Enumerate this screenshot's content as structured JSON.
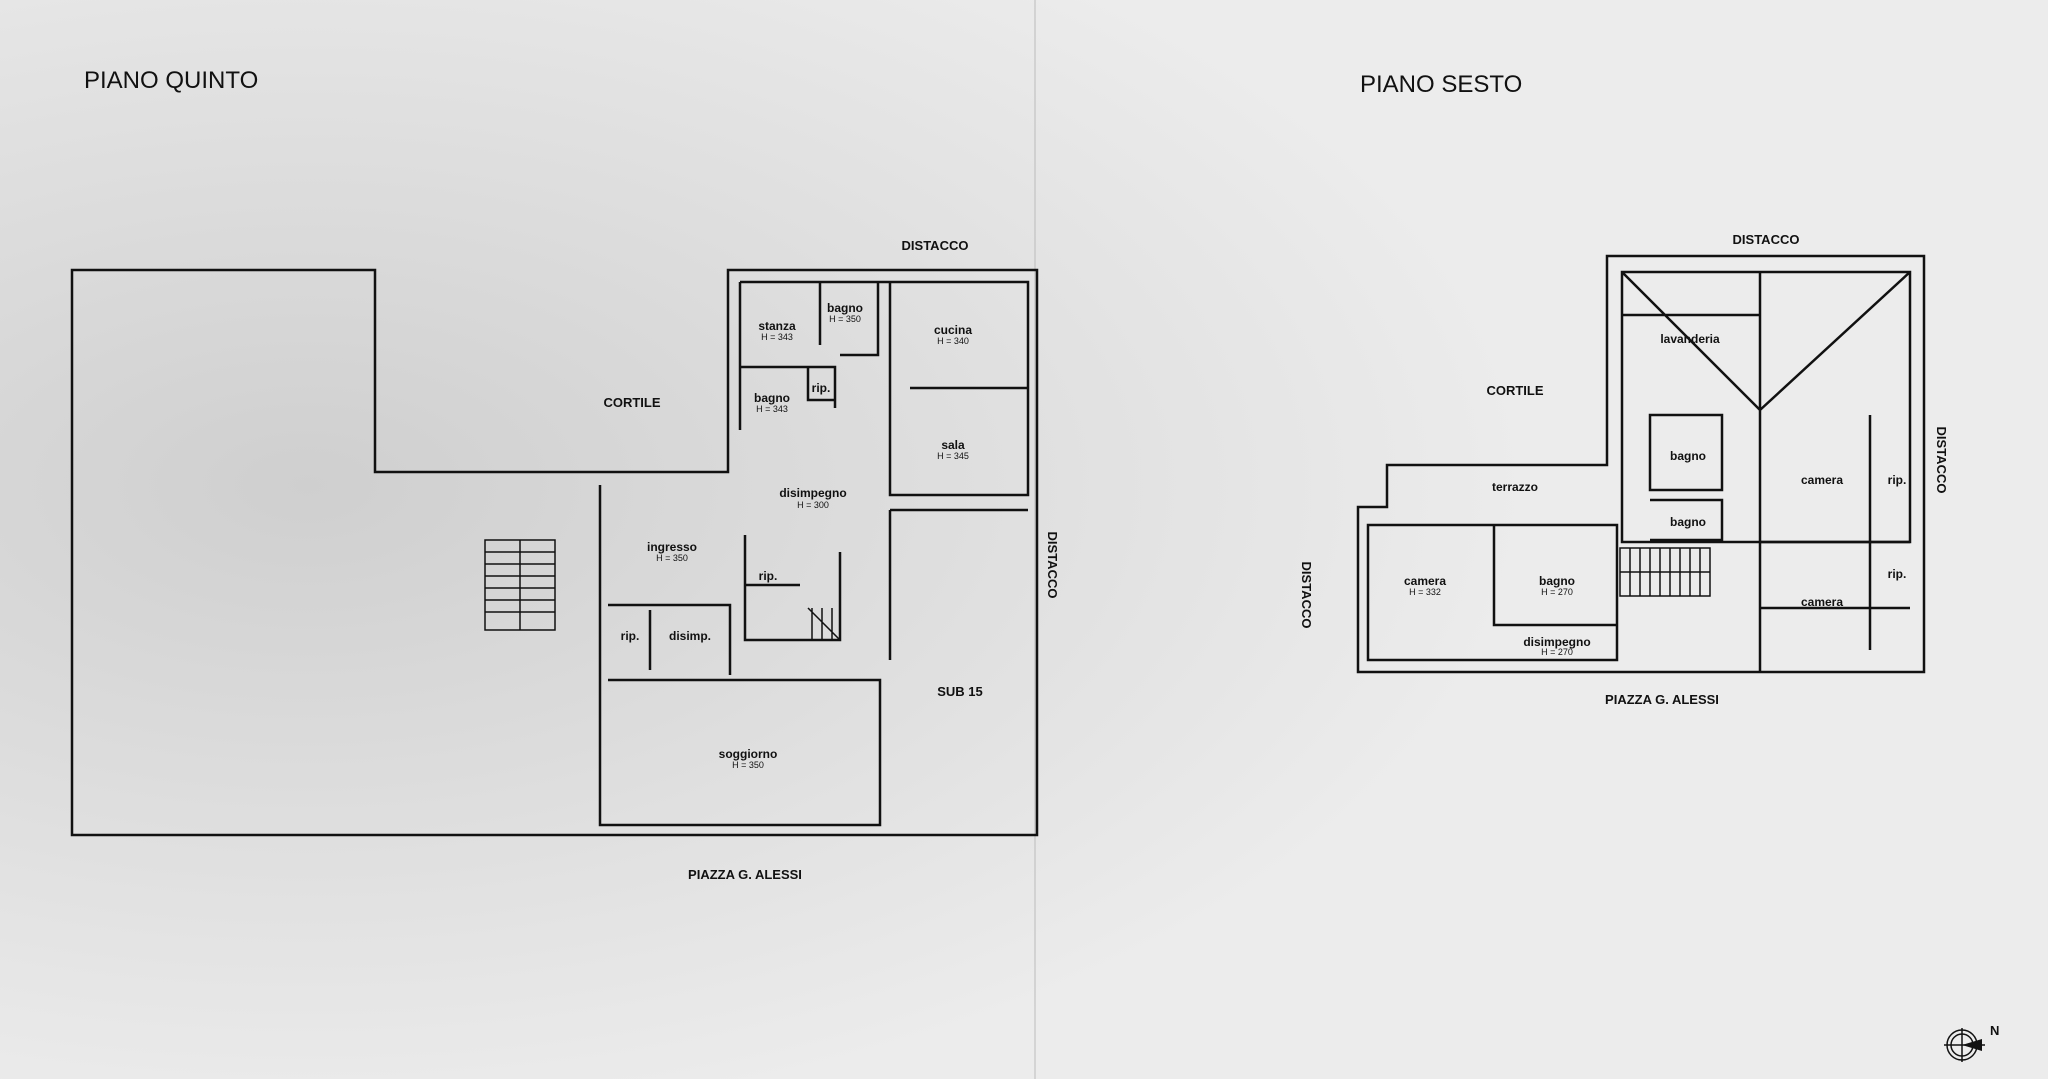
{
  "colors": {
    "paper": "#ececec",
    "ink": "#111111"
  },
  "fifth_floor": {
    "title": "PIANO QUINTO",
    "distacco_top": "DISTACCO",
    "distacco_right": "DISTACCO",
    "cortile": "CORTILE",
    "sub": "SUB 15",
    "street": "PIAZZA G. ALESSI",
    "rooms": [
      {
        "name": "stanza",
        "height": "H = 343"
      },
      {
        "name": "bagno",
        "height": "H = 350"
      },
      {
        "name": "cucina",
        "height": "H = 340"
      },
      {
        "name": "bagno",
        "height": "H = 343"
      },
      {
        "name": "rip.",
        "height": ""
      },
      {
        "name": "sala",
        "height": "H = 345"
      },
      {
        "name": "disimpegno",
        "height": "H = 300"
      },
      {
        "name": "ingresso",
        "height": "H = 350"
      },
      {
        "name": "rip.",
        "height": ""
      },
      {
        "name": "rip.",
        "height": ""
      },
      {
        "name": "disimp.",
        "height": ""
      },
      {
        "name": "soggiorno",
        "height": "H = 350"
      }
    ]
  },
  "sixth_floor": {
    "title": "PIANO SESTO",
    "distacco_top": "DISTACCO",
    "distacco_right": "DISTACCO",
    "distacco_left": "DISTACCO",
    "cortile": "CORTILE",
    "street": "PIAZZA G. ALESSI",
    "rooms": [
      {
        "name": "lavanderia",
        "height": ""
      },
      {
        "name": "terrazzo",
        "height": ""
      },
      {
        "name": "bagno",
        "height": ""
      },
      {
        "name": "bagno",
        "height": ""
      },
      {
        "name": "camera",
        "height": "H = 332"
      },
      {
        "name": "bagno",
        "height": "H = 270"
      },
      {
        "name": "disimpegno",
        "height": "H = 270"
      },
      {
        "name": "camera",
        "height": ""
      },
      {
        "name": "rip.",
        "height": ""
      },
      {
        "name": "camera",
        "height": ""
      },
      {
        "name": "rip.",
        "height": ""
      }
    ]
  },
  "compass": {
    "icon": "north-arrow-icon",
    "label": "N"
  }
}
